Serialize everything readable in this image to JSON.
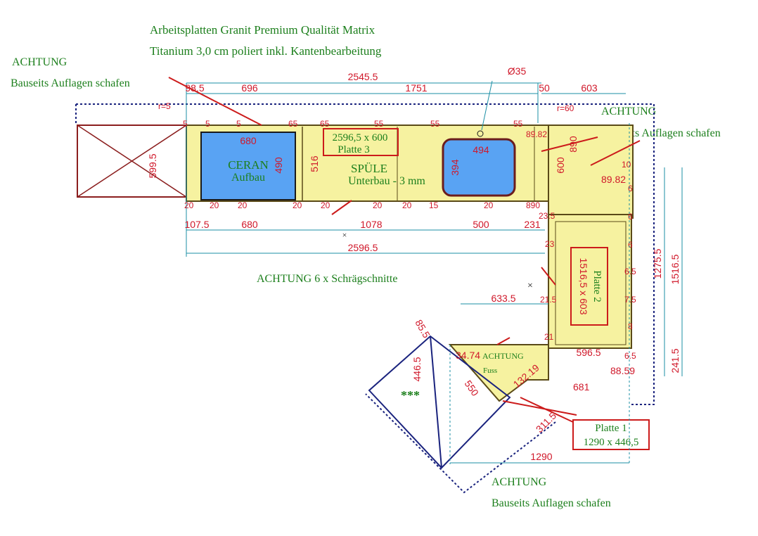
{
  "header": {
    "line1": "Arbeitsplatten Granit Premium Qualität Matrix",
    "line2": "Titanium 3,0 cm poliert inkl. Kantenbearbeitung"
  },
  "notes": {
    "achtung": "ACHTUNG",
    "auflagen": "Bauseits Auflagen schafen",
    "schraeg": "ACHTUNG 6 x Schrägschnitte",
    "fuss": "Fuss",
    "stars": "***"
  },
  "labels": {
    "ceran1": "CERAN",
    "ceran2": "Aufbau",
    "spuele1": "SPÜLE",
    "spuele2": "Unterbau - 3 mm",
    "p3size": "2596,5 x 600",
    "p3name": "Platte 3",
    "p2name": "Platte 2",
    "p2size": "1516,5 x 603",
    "p1name": "Platte 1",
    "p1size": "1290 x 446,5"
  },
  "dims": {
    "d2545": "2545.5",
    "d98": "98.5",
    "d696": "696",
    "d1751": "1751",
    "d50": "50",
    "d603": "603",
    "dia35": "Ø35",
    "r5": "r=5",
    "r60": "r=60",
    "d680a": "680",
    "d490": "490",
    "d516": "516",
    "d494": "494",
    "d394": "394",
    "d599": "599.5",
    "d107": "107.5",
    "d680b": "680",
    "d1078": "1078",
    "d500": "500",
    "d231": "231",
    "d2596": "2596.5",
    "d890": "890",
    "d600": "600",
    "d89": "89.82",
    "d1275": "1275.5",
    "d1516": "1516.5",
    "d241": "241.5",
    "d633": "633.5",
    "d596": "596.5",
    "d8859": "88.59",
    "d681": "681",
    "d85": "85.5",
    "d446": "446.5",
    "d550": "550",
    "d3474": "34.74",
    "d1321": "132.19",
    "d311": "311.5",
    "d1290": "1290",
    "d235": "23.5",
    "d23": "23",
    "d21": "21",
    "d215": "21.5",
    "d6": "6",
    "d65": "6.5",
    "d75": "7.5",
    "d8": "8",
    "d5": "5",
    "d20": "20",
    "d15": "15",
    "d65b": "65",
    "d55": "55",
    "d10": "10"
  }
}
